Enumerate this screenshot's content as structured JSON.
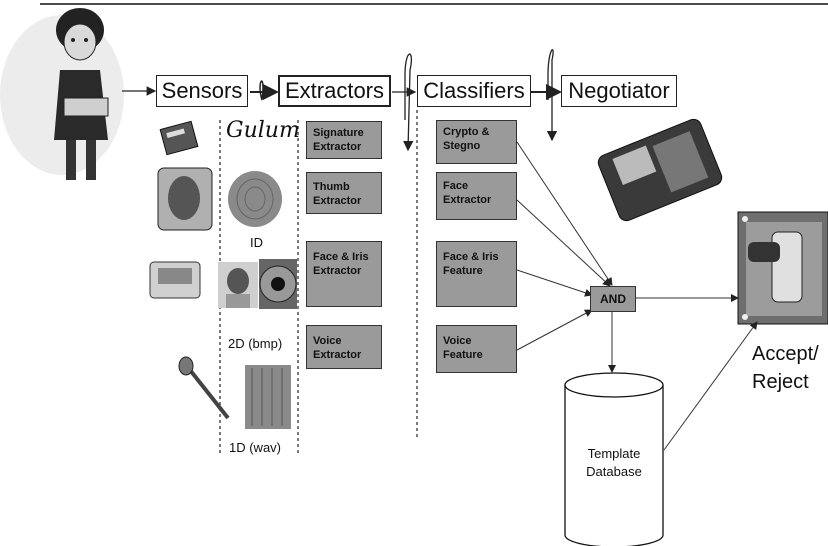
{
  "stages": {
    "sensors": "Sensors",
    "extractors": "Extractors",
    "classifiers": "Classifiers",
    "negotiator": "Negotiator"
  },
  "extractor_boxes": [
    "Signature Extractor",
    "Thumb Extractor",
    "Face & Iris Extractor",
    "Voice Extractor"
  ],
  "classifier_boxes": [
    "Crypto & Stegno",
    "Face Extractor",
    "Face & Iris Feature",
    "Voice Feature"
  ],
  "data_labels": {
    "id": "ID",
    "two_d": "2D (bmp)",
    "one_d": "1D (wav)"
  },
  "and_gate": "AND",
  "database": "Template Database",
  "decision": "Accept/ Reject",
  "signature_text": "Gulum",
  "colors": {
    "box_fill": "#9a9a9a",
    "line": "#333333"
  },
  "icons": [
    "user-icon",
    "card-reader-icon",
    "thumb-scanner-icon",
    "iris-scanner-icon",
    "microphone-icon",
    "phone-icon",
    "lock-icon",
    "fingerprint-icon",
    "face-photo-icon",
    "iris-icon",
    "voice-spectrogram-icon",
    "database-icon"
  ]
}
